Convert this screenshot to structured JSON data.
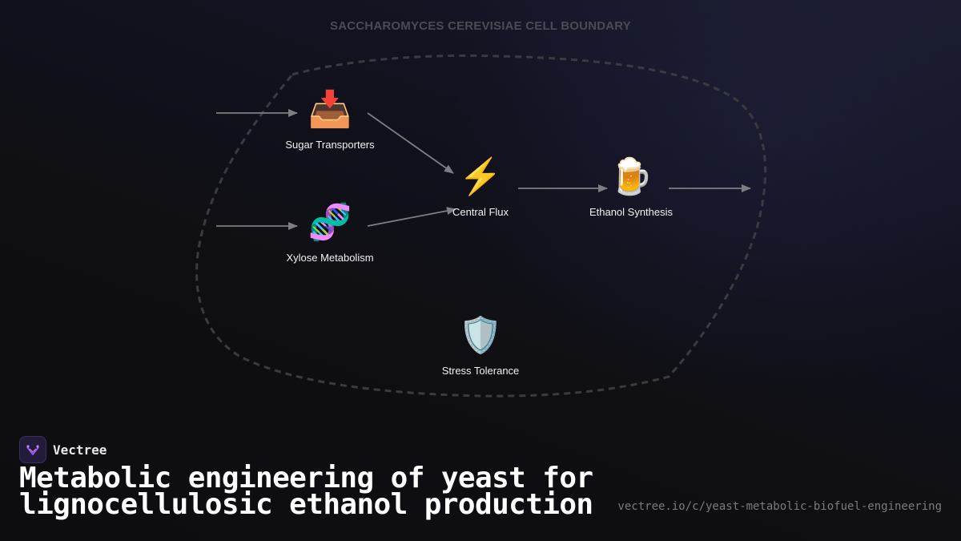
{
  "boundary": {
    "label": "SACCHAROMYCES CEREVISIAE CELL BOUNDARY"
  },
  "nodes": {
    "sugar_transporters": {
      "label": "Sugar Transporters",
      "icon": "inbox-tray-icon",
      "glyph": "📥"
    },
    "xylose_metabolism": {
      "label": "Xylose Metabolism",
      "icon": "dna-icon",
      "glyph": "🧬"
    },
    "central_flux": {
      "label": "Central Flux",
      "icon": "lightning-icon",
      "glyph": "⚡"
    },
    "ethanol_synthesis": {
      "label": "Ethanol Synthesis",
      "icon": "beer-mug-icon",
      "glyph": "🍺"
    },
    "stress_tolerance": {
      "label": "Stress Tolerance",
      "icon": "shield-icon",
      "glyph": "🛡️"
    }
  },
  "edges": [
    {
      "from": "external-input",
      "to": "sugar_transporters"
    },
    {
      "from": "external-input",
      "to": "xylose_metabolism"
    },
    {
      "from": "sugar_transporters",
      "to": "central_flux"
    },
    {
      "from": "xylose_metabolism",
      "to": "central_flux"
    },
    {
      "from": "central_flux",
      "to": "ethanol_synthesis"
    },
    {
      "from": "ethanol_synthesis",
      "to": "external-output"
    }
  ],
  "footer": {
    "brand": "Vectree",
    "title_line1": "Metabolic engineering of yeast for",
    "title_line2": "lignocellulosic ethanol production",
    "url": "vectree.io/c/yeast-metabolic-biofuel-engineering"
  },
  "colors": {
    "background": "#0f0f13",
    "boundary_stroke": "#3a3a40",
    "arrow": "#7d7d82",
    "brand_accent": "#a855f7"
  }
}
